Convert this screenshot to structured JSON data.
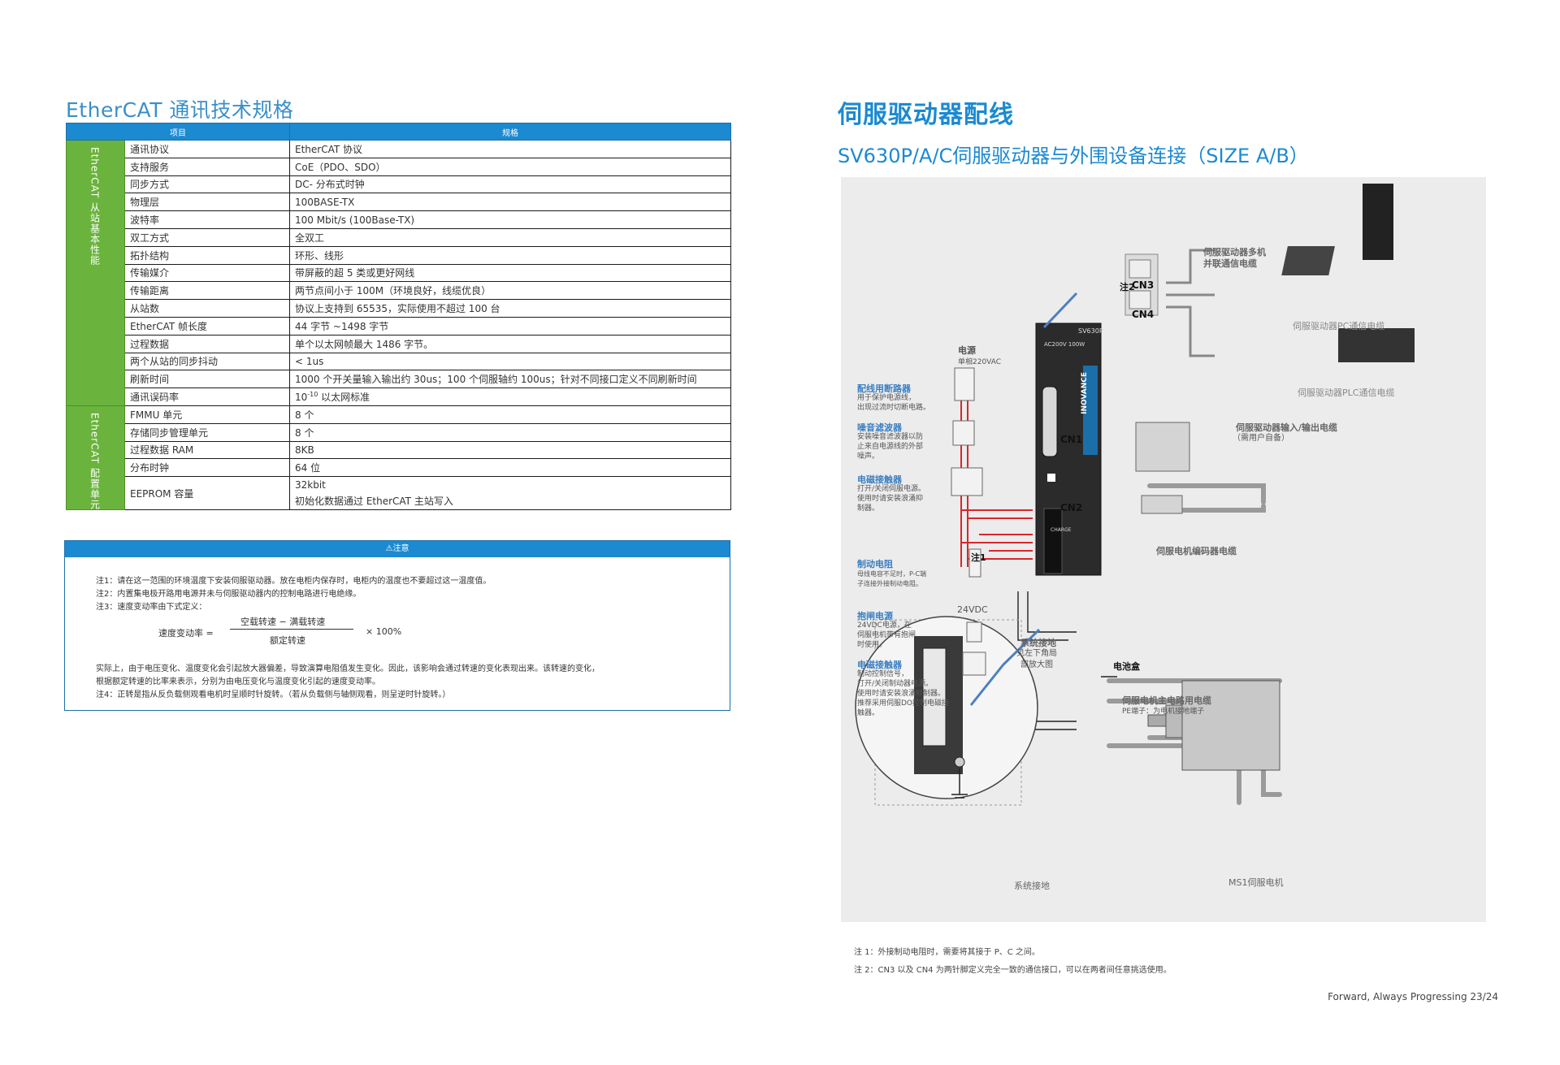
{
  "left": {
    "title": "EtherCAT 通讯技术规格",
    "table_headers": [
      "项目",
      "规格"
    ],
    "group1_label": "EtherCAT 从站基本性能",
    "group2_label": "EtherCAT 配置单元",
    "rows": [
      {
        "item": "通讯协议",
        "spec": "EtherCAT 协议"
      },
      {
        "item": "支持服务",
        "spec": "CoE（PDO、SDO）"
      },
      {
        "item": "同步方式",
        "spec": "DC- 分布式时钟"
      },
      {
        "item": "物理层",
        "spec": "100BASE-TX"
      },
      {
        "item": "波特率",
        "spec": "100 Mbit/s (100Base-TX)"
      },
      {
        "item": "双工方式",
        "spec": "全双工"
      },
      {
        "item": "拓扑结构",
        "spec": "环形、线形"
      },
      {
        "item": "传输媒介",
        "spec": "带屏蔽的超 5 类或更好网线"
      },
      {
        "item": "传输距离",
        "spec": "两节点间小于 100M（环境良好，线缆优良）"
      },
      {
        "item": "从站数",
        "spec": "协议上支持到 65535，实际使用不超过 100 台"
      },
      {
        "item": "EtherCAT 帧长度",
        "spec": "44 字节 ~1498 字节"
      },
      {
        "item": "过程数据",
        "spec": "单个以太网帧最大 1486 字节。"
      },
      {
        "item": "两个从站的同步抖动",
        "spec": "< 1us"
      },
      {
        "item": "刷新时间",
        "spec": "1000 个开关量输入输出约 30us；100 个伺服轴约 100us；针对不同接口定义不同刷新时间"
      },
      {
        "item": "通讯误码率",
        "spec_main": "10",
        "spec_sup": "-10",
        "spec_tail": " 以太网标准"
      },
      {
        "item": "FMMU 单元",
        "spec": "8 个"
      },
      {
        "item": "存储同步管理单元",
        "spec": "8 个"
      },
      {
        "item": "过程数据 RAM",
        "spec": "8KB"
      },
      {
        "item": "分布时钟",
        "spec": "64 位"
      },
      {
        "item": "EEPROM 容量",
        "spec_line1": "32kbit",
        "spec_line2": "初始化数据通过 EtherCAT 主站写入"
      }
    ],
    "notes": {
      "header": "注意",
      "n1": "注1：请在这一范围的环境温度下安装伺服驱动器。放在电柜内保存时，电柜内的温度也不要超过这一温度值。",
      "n2": "注2：内置集电极开路用电源并未与伺服驱动器内的控制电路进行电绝缘。",
      "n3": "注3：速度变动率由下式定义：",
      "formula_lhs": "速度变动率 =",
      "formula_num": "空载转速 − 满载转速",
      "formula_den": "额定转速",
      "formula_mult": "× 100%",
      "p1": "实际上，由于电压变化、温度变化会引起放大器偏差，导致演算电阻值发生变化。因此，该影响会通过转速的变化表现出来。该转速的变化，",
      "p2": "根据额定转速的比率来表示，分别为由电压变化与温度变化引起的速度变动率。",
      "n4": "注4：正转是指从反负载侧观看电机时呈顺时针旋转。（若从负载侧与轴侧观看，则呈逆时针旋转。）"
    }
  },
  "right": {
    "title": "伺服驱动器配线",
    "subtitle": "SV630P/A/C伺服驱动器与外围设备连接（SIZE A/B）",
    "diagram": {
      "power_title": "电源",
      "power_sub": "单相220VAC",
      "breaker_title": "配线用断路器",
      "breaker_desc1": "用于保护电源线，",
      "breaker_desc2": "出现过流时切断电路。",
      "filter_title": "噪音滤波器",
      "filter_desc1": "安装噪音滤波器以防",
      "filter_desc2": "止来自电源线的外部",
      "filter_desc3": "噪声。",
      "contactor_title": "电磁接触器",
      "contactor_desc1": "打开/关闭伺服电源。",
      "contactor_desc2": "使用时请安装浪涌抑",
      "contactor_desc3": "制器。",
      "brake_res_title": "制动电阻",
      "brake_res_desc1": "母线电容不足时，P-C端",
      "brake_res_desc2": "子连接外接制动电阻。",
      "brake_pwr_title": "抱闸电源",
      "brake_pwr_desc1": "24VDC电源，在",
      "brake_pwr_desc2": "伺服电机带有抱闸",
      "brake_pwr_desc3": "时使用。",
      "contactor2_title": "电磁接触器",
      "contactor2_desc1": "制动控制信号，",
      "contactor2_desc2": "打开/关闭制动器电源。",
      "contactor2_desc3": "使用时请安装浪涌抑制器。",
      "contactor2_desc4": "推荐采用伺服DO控制电磁接",
      "contactor2_desc5": "触器。",
      "v24": "24VDC",
      "note1_tag": "注1",
      "note2_tag": "注2",
      "cn1": "CN1",
      "cn2": "CN2",
      "cn3": "CN3",
      "cn4": "CN4",
      "drive_model": "SV630P",
      "drive_rating": "AC200V 100W",
      "brand": "INOVANCE",
      "charge": "CHARGE",
      "multi_comm_1": "伺服驱动器多机",
      "multi_comm_2": "并联通信电缆",
      "pc_cable": "伺服驱动器PC通信电缆",
      "plc_cable": "伺服驱动器PLC通信电缆",
      "io_cable": "伺服驱动器输入/输出电缆",
      "io_cable_sub": "（需用户自备）",
      "encoder_cable": "伺服电机编码器电缆",
      "ground_title": "系统接地",
      "ground_desc1": "见左下角局",
      "ground_desc2": "部放大图",
      "battery": "电池盒",
      "main_cable": "伺服电机主电路用电缆",
      "pe_desc": "PE端子：为电机接地端子",
      "ground_zoom": "系统接地",
      "motor": "MS1伺服电机"
    },
    "footnote1": "注 1：外接制动电阻时，需要将其接于 P、C 之间。",
    "footnote2": "注 2：CN3 以及 CN4 为两针脚定义完全一致的通信接口，可以在两者间任意挑选使用。",
    "footer": "Forward, Always Progressing 23/24"
  },
  "colors": {
    "accent_blue": "#1b8ad1",
    "group_green": "#6ab33d",
    "wire_red": "#d9262b",
    "diagram_bg": "#ececec"
  }
}
